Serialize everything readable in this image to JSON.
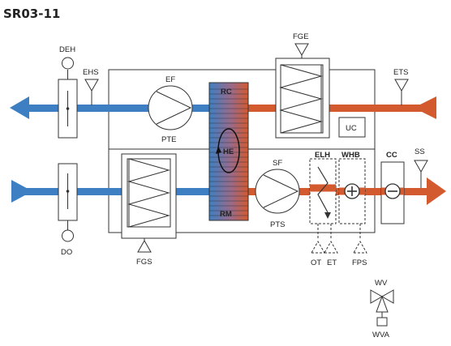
{
  "title": "SR03-11",
  "colors": {
    "supply": "#3d7fc2",
    "exhaust": "#d35a2e",
    "line": "#333333"
  },
  "labels": {
    "deh": "DEH",
    "ehs": "EHS",
    "ef": "EF",
    "pte": "PTE",
    "rc": "RC",
    "he": "HE",
    "rm": "RM",
    "fge": "FGE",
    "uc": "UC",
    "ets": "ETS",
    "sf": "SF",
    "pts": "PTS",
    "elh": "ELH",
    "whb": "WHB",
    "cc": "CC",
    "ss": "SS",
    "fgs": "FGS",
    "do": "DO",
    "ot": "OT",
    "et": "ET",
    "fps": "FPS",
    "wv": "WV",
    "wva": "WVA"
  }
}
